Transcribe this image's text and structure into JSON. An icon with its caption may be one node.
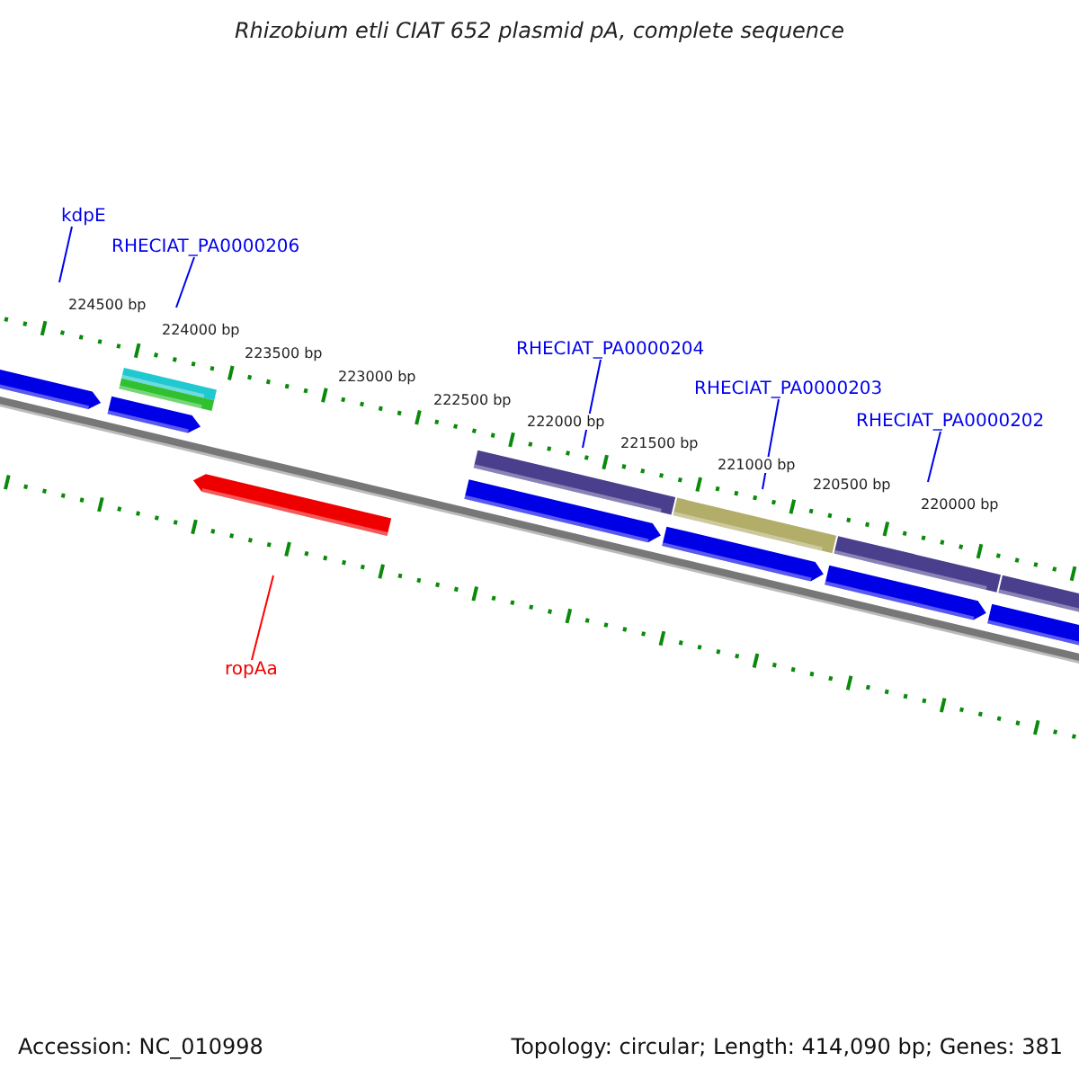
{
  "diagram": {
    "title": "Rhizobium etli CIAT 652 plasmid pA, complete sequence",
    "nodes": [
      {
        "text": [
          "kdpE"
        ]
      },
      {
        "text": [
          "RHECIAT_PA0000206"
        ]
      },
      {
        "text": [
          "RHECIAT_PA0000204"
        ]
      },
      {
        "text": [
          "RHECIAT_PA0000203"
        ]
      },
      {
        "text": [
          "RHECIAT_PA0000202"
        ]
      },
      {
        "text": [
          "ropAa"
        ]
      }
    ],
    "edges": [
      {
        "from": 0,
        "to": null,
        "arrow": "none"
      },
      {
        "from": 1,
        "to": null,
        "arrow": "none"
      },
      {
        "from": 2,
        "to": null,
        "arrow": "none"
      },
      {
        "from": 3,
        "to": null,
        "arrow": "none"
      },
      {
        "from": 4,
        "to": null,
        "arrow": "none"
      },
      {
        "from": 5,
        "to": null,
        "arrow": "none",
        "color": "#ff0000"
      }
    ],
    "labels": [
      "224500 bp",
      "224000 bp",
      "223500 bp",
      "223000 bp",
      "222500 bp",
      "222000 bp",
      "221500 bp",
      "221000 bp",
      "220500 bp",
      "220000 bp",
      "Accession: NC_010998",
      "Topology: circular; Length: 414,090 bp; Genes: 381"
    ]
  }
}
